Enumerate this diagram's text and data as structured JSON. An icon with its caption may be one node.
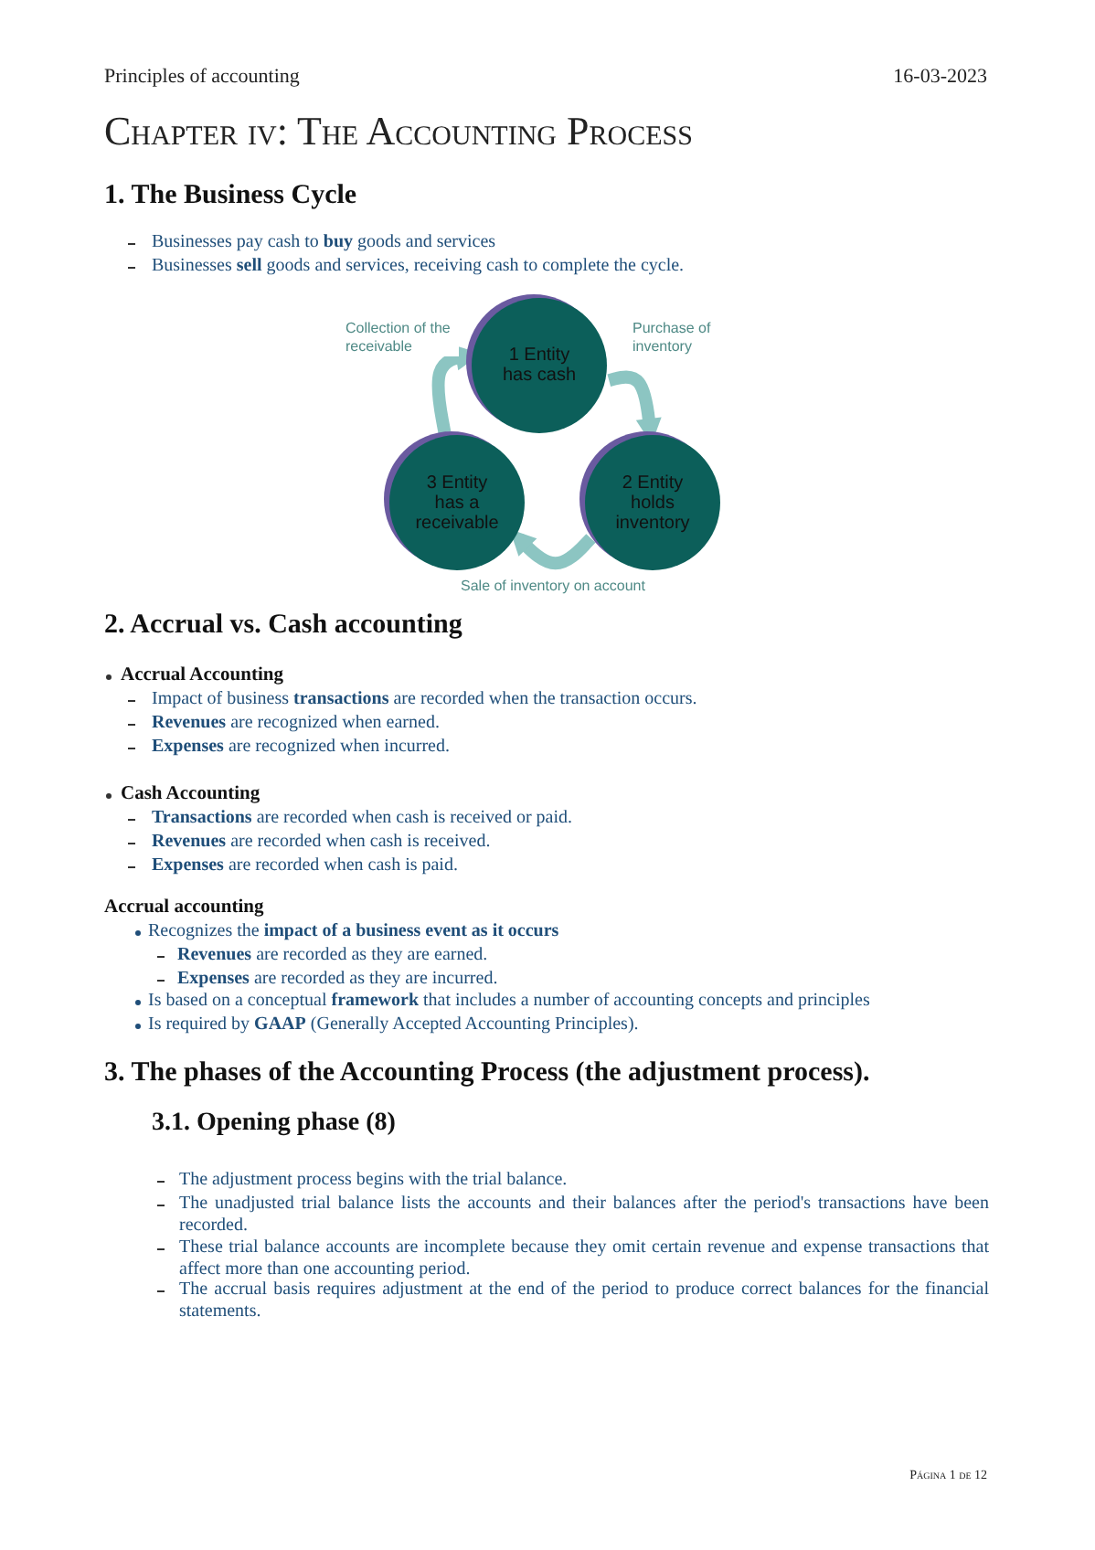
{
  "diagram": {
    "title": "Chapter iv: The Accounting Process",
    "nodes": [
      {
        "text": [
          "1 Entity has cash"
        ]
      },
      {
        "text": [
          "2 Entity holds inventory"
        ]
      },
      {
        "text": [
          "3 Entity has a receivable"
        ]
      }
    ],
    "edges": [
      {
        "from": 0,
        "to": 1,
        "arrow": "to",
        "label": "Purchase of inventory"
      },
      {
        "from": 1,
        "to": 2,
        "arrow": "to",
        "label": "Sale of inventory on account"
      },
      {
        "from": 2,
        "to": 0,
        "arrow": "to",
        "label": "Collection of the receivable"
      }
    ],
    "labels": [
      "Principles of accounting",
      "16-03-2023",
      "1. The Business Cycle",
      "Businesses pay cash to **buy** goods and services",
      "Businesses **sell** goods and services, receiving cash to complete the cycle.",
      "2. Accrual vs. Cash accounting",
      "Accrual Accounting",
      "Impact of business **transactions** are recorded when the transaction occurs.",
      "**Revenues** are recognized when earned.",
      "**Expenses** are recognized when incurred.",
      "Cash Accounting",
      "**Transactions** are recorded when cash is received or paid.",
      "**Revenues** are recorded when cash is received.",
      "**Expenses** are recorded when cash is paid.",
      "Accrual accounting",
      "Recognizes the **impact of a business event as it occurs**",
      "**Revenues** are recorded as they are earned.",
      "**Expenses** are recorded as they are incurred.",
      "Is based on a conceptual **framework** that includes a number of accounting concepts and principles",
      "Is required by **GAAP** (Generally Accepted Accounting Principles).",
      "3. The phases of the Accounting Process (the adjustment process).",
      "3.1. Opening phase (8)",
      "The adjustment process begins with the trial balance.",
      "The unadjusted trial balance lists the accounts and their balances after the period's transactions have been recorded.",
      "These trial balance accounts are incomplete because they omit certain revenue and expense transactions that affect more than one accounting period.",
      "The accrual basis requires adjustment at the end of the period to produce correct balances for the financial statements.",
      "Página 1 de 12"
    ]
  }
}
